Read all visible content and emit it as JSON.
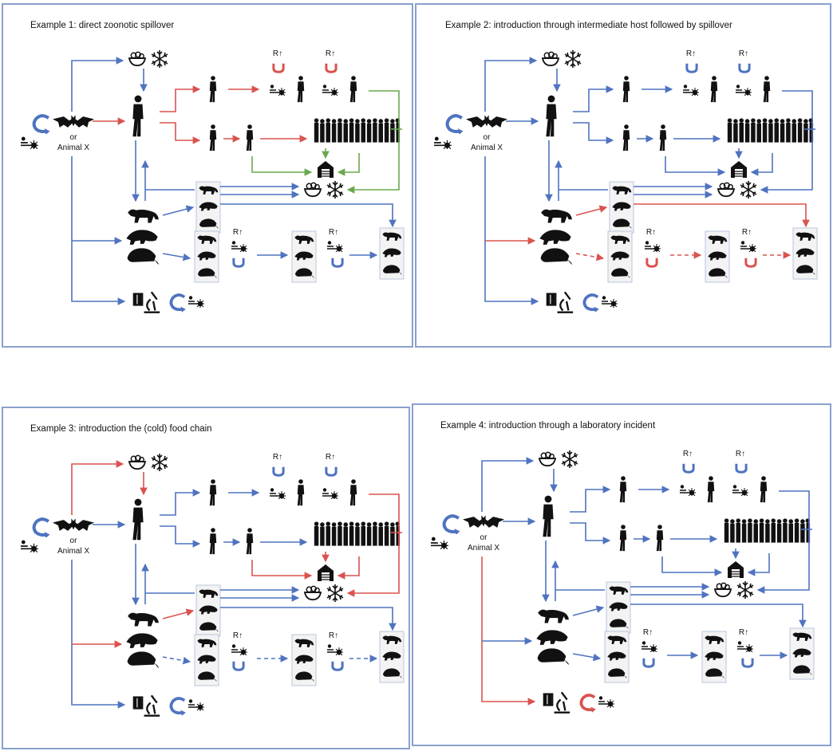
{
  "panels": [
    {
      "title": "Example 1: direct zoonotic spillover"
    },
    {
      "title": "Example 2: introduction through intermediate host followed by spillover"
    },
    {
      "title": "Example 3: introduction the (cold) food chain"
    },
    {
      "title": "Example 4: introduction through a laboratory incident"
    }
  ],
  "labels": {
    "or": "or",
    "animal": "Animal X",
    "r_up": "R↑"
  },
  "colors": {
    "blue": "#4f73c0",
    "red": "#d9534f",
    "green": "#6aa84f",
    "icon": "#111111",
    "frame": "#8aa0cc"
  },
  "icons": [
    "bat-icon",
    "virus-icon",
    "human-icon",
    "crowd-icon",
    "market-icon",
    "food-bowl-icon",
    "snowflake-icon",
    "mink-icon",
    "pangolin-icon",
    "rat-icon",
    "microscope-icon",
    "cycle-arrow-icon"
  ],
  "panel_styles": [
    {
      "spill": "#d9534f",
      "hchain": "#d9534f",
      "market": "#6aa84f",
      "animal": "#4f73c0",
      "food": "#4f73c0",
      "lab": "#4f73c0",
      "chain": "#4f73c0",
      "chain_dash": false,
      "cyc_top": "#d9534f",
      "cyc_mid": "#4f73c0",
      "cyc_lab": "#4f73c0",
      "far": "#4f73c0"
    },
    {
      "spill": "#4f73c0",
      "hchain": "#4f73c0",
      "market": "#4f73c0",
      "animal": "#d9534f",
      "food": "#4f73c0",
      "lab": "#4f73c0",
      "chain": "#d9534f",
      "chain_dash": true,
      "cyc_top": "#4f73c0",
      "cyc_mid": "#d9534f",
      "cyc_lab": "#4f73c0",
      "far": "#d9534f"
    },
    {
      "spill": "#4f73c0",
      "hchain": "#4f73c0",
      "market": "#d9534f",
      "animal": "#d9534f",
      "food": "#d9534f",
      "lab": "#4f73c0",
      "chain": "#4f73c0",
      "chain_dash": true,
      "cyc_top": "#4f73c0",
      "cyc_mid": "#4f73c0",
      "cyc_lab": "#4f73c0",
      "far": "#4f73c0"
    },
    {
      "spill": "#4f73c0",
      "hchain": "#4f73c0",
      "market": "#4f73c0",
      "animal": "#4f73c0",
      "food": "#4f73c0",
      "lab": "#d9534f",
      "chain": "#4f73c0",
      "chain_dash": false,
      "cyc_top": "#4f73c0",
      "cyc_mid": "#4f73c0",
      "cyc_lab": "#d9534f",
      "far": "#4f73c0"
    }
  ]
}
